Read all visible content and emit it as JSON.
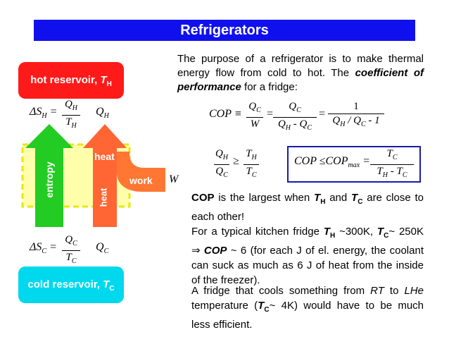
{
  "slide": {
    "title": "Refrigerators",
    "hot_label_text": "hot reservoir, ",
    "hot_label_sym": "T",
    "hot_label_sub": "H",
    "cold_label_text": "cold reservoir, ",
    "cold_label_sym": "T",
    "cold_label_sub": "C",
    "arrow_entropy": "entropy",
    "arrow_heat_upper": "heat",
    "arrow_heat_lower": "heat",
    "arrow_work": "work",
    "W_symbol": "W",
    "dSH_lhs": "ΔS",
    "dSH_sub": "H",
    "dSH_num": "Q",
    "dSH_num_sub": "H",
    "dSH_den": "T",
    "dSH_den_sub": "H",
    "QH_label": "Q",
    "QH_sub": "H",
    "dSC_lhs": "ΔS",
    "dSC_sub": "C",
    "dSC_num": "Q",
    "dSC_num_sub": "C",
    "dSC_den": "T",
    "dSC_den_sub": "C",
    "QC_label": "Q",
    "QC_sub": "C",
    "intro_part1": "The purpose of a refrigerator is to make thermal energy flow from cold to hot. The ",
    "intro_emph": "coefficient of performance",
    "intro_part2": " for a fridge:",
    "cop_lhs": "COP ≡",
    "cop_eq1": "=",
    "cop_eq2": "=",
    "cop_one": "1",
    "ineq_ge": "≥",
    "copmax_text": "COP ≤COP",
    "copmax_sub": "max",
    "copmax_eq": "=",
    "p1_cop": "COP",
    "p1_a": " is the largest when ",
    "p1_and": " and ",
    "p1_b": " are close to each other!",
    "p2_a": "For a typical kitchen fridge ",
    "p2_b": " ~300K, ",
    "p2_c": "~ 250K ",
    "p2_arrow": "⇒",
    "p2_cop": "COP",
    "p2_d": " ~ 6 (for each J of el. energy, the coolant can suck as much as 6 J of heat from the inside of the freezer).",
    "p3_a": "A fridge that cools something from ",
    "p3_rt": "RT",
    "p3_to": " to ",
    "p3_lhe": "LHe",
    "p3_b": " temperature (",
    "p3_c": "~ 4K) would have to be much less efficient.",
    "T_sym": "T",
    "sub_H": "H",
    "sub_C": "C"
  },
  "colors": {
    "title_bg": "#1010ee",
    "hot": "#ff1a1a",
    "cold": "#00d8ee",
    "entropy_arrow": "#22cc22",
    "heat_arrow": "#ff6633",
    "work_arrow": "#ff7733",
    "fridge_box": "#ffff66",
    "cop_box_border": "#1a1aa8"
  }
}
